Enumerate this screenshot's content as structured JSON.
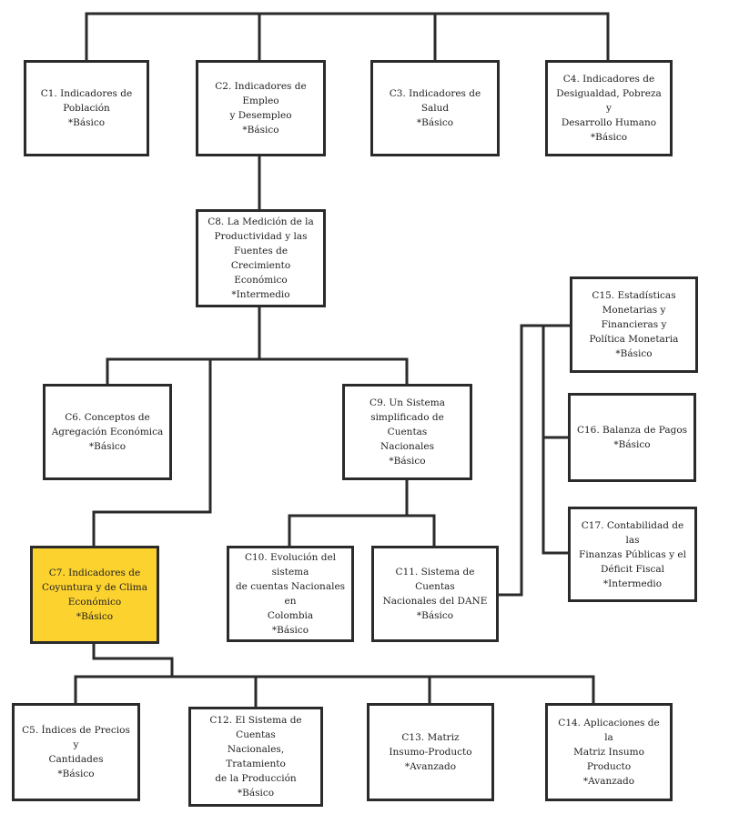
{
  "colors": {
    "highlight": "#fcd22e",
    "border": "#2b2b2b",
    "line": "#2b2b2b"
  },
  "nodes": {
    "c1": {
      "title": "C1. Indicadores de\nPoblación",
      "level": "*Básico"
    },
    "c2": {
      "title": "C2. Indicadores de Empleo\ny Desempleo",
      "level": "*Básico"
    },
    "c3": {
      "title": "C3. Indicadores de Salud",
      "level": "*Básico"
    },
    "c4": {
      "title": "C4. Indicadores de\nDesigualdad, Pobreza y\nDesarrollo Humano",
      "level": "*Básico"
    },
    "c8": {
      "title": "C8. La Medición de la\nProductividad y las\nFuentes de Crecimiento\nEconómico",
      "level": "*Intermedio"
    },
    "c6": {
      "title": "C6. Conceptos de\nAgregación Económica",
      "level": "*Básico"
    },
    "c9": {
      "title": "C9. Un Sistema\nsimplificado de Cuentas\nNacionales",
      "level": "*Básico"
    },
    "c15": {
      "title": "C15. Estadísticas\nMonetarias y Financieras y\nPolítica Monetaria",
      "level": "*Básico"
    },
    "c16": {
      "title": "C16. Balanza de Pagos",
      "level": "*Básico"
    },
    "c17": {
      "title": "C17. Contabilidad de las\nFinanzas Públicas y el\nDéficit Fiscal",
      "level": "*Intermedio"
    },
    "c7": {
      "title": "C7. Indicadores de\nCoyuntura y de Clima\nEconómico",
      "level": "*Básico"
    },
    "c10": {
      "title": "C10. Evolución del sistema\nde cuentas Nacionales en\nColombia",
      "level": "*Básico"
    },
    "c11": {
      "title": "C11. Sistema de Cuentas\nNacionales del DANE",
      "level": "*Básico"
    },
    "c5": {
      "title": "C5. Índices de Precios y\nCantidades",
      "level": "*Básico"
    },
    "c12": {
      "title": "C12. El Sistema de Cuentas\nNacionales, Tratamiento\nde la Producción",
      "level": "*Básico"
    },
    "c13": {
      "title": "C13. Matriz\nInsumo-Producto",
      "level": "*Avanzado"
    },
    "c14": {
      "title": "C14. Aplicaciones de la\nMatriz Insumo Producto",
      "level": "*Avanzado"
    }
  }
}
